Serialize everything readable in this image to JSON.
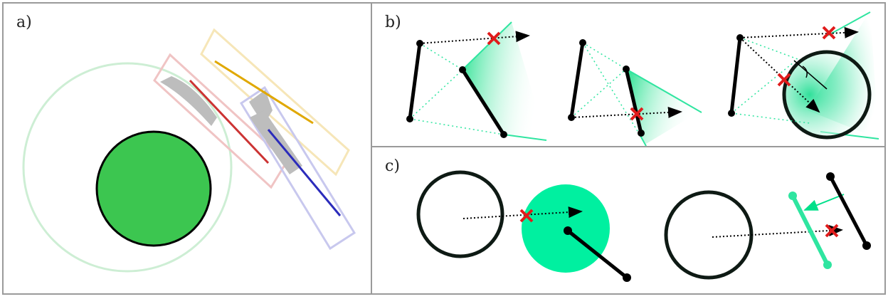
{
  "panels": {
    "a": {
      "label": "a)"
    },
    "b": {
      "label": "b)"
    },
    "c": {
      "label": "c)"
    }
  },
  "colors": {
    "green_fill": "#3cc650",
    "green_ring": "#cdeed4",
    "mint": "#2fe5a0",
    "mint_light": "#00f0a0",
    "red_line": "#cc3333",
    "red_box": "#f0c4c4",
    "yellow_line": "#e0a800",
    "yellow_box": "#f6e6b8",
    "blue_line": "#2b2bbb",
    "blue_box": "#c8c8ee",
    "cross": "#e01b1b",
    "dark": "#0e1a14"
  }
}
